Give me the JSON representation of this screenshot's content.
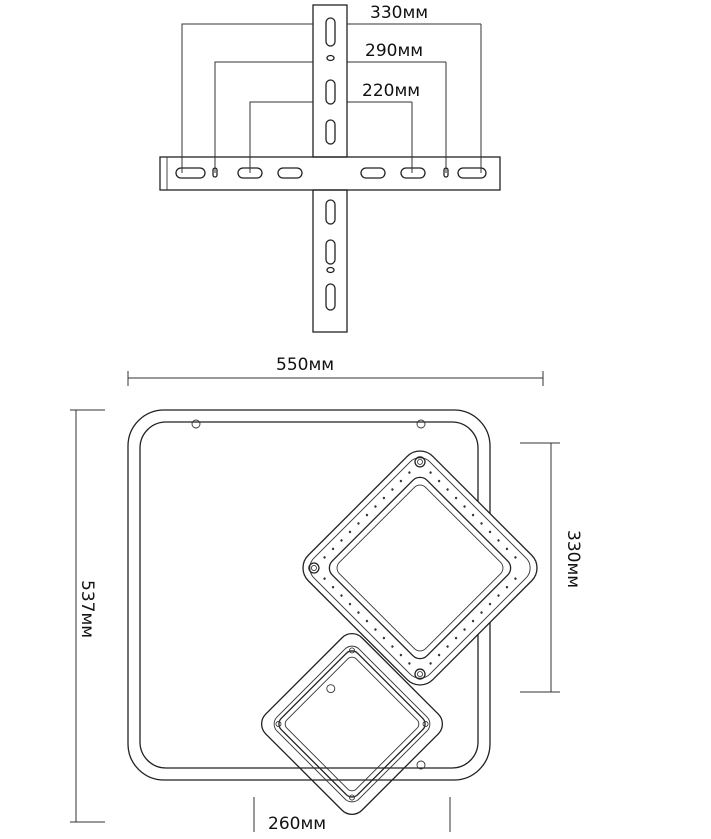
{
  "bracket": {
    "dims": {
      "outer": "330мм",
      "middle": "290мм",
      "inner": "220мм"
    }
  },
  "lamp": {
    "width": "550мм",
    "height": "537мм",
    "large_module": "330мм",
    "small_module": "260мм"
  }
}
